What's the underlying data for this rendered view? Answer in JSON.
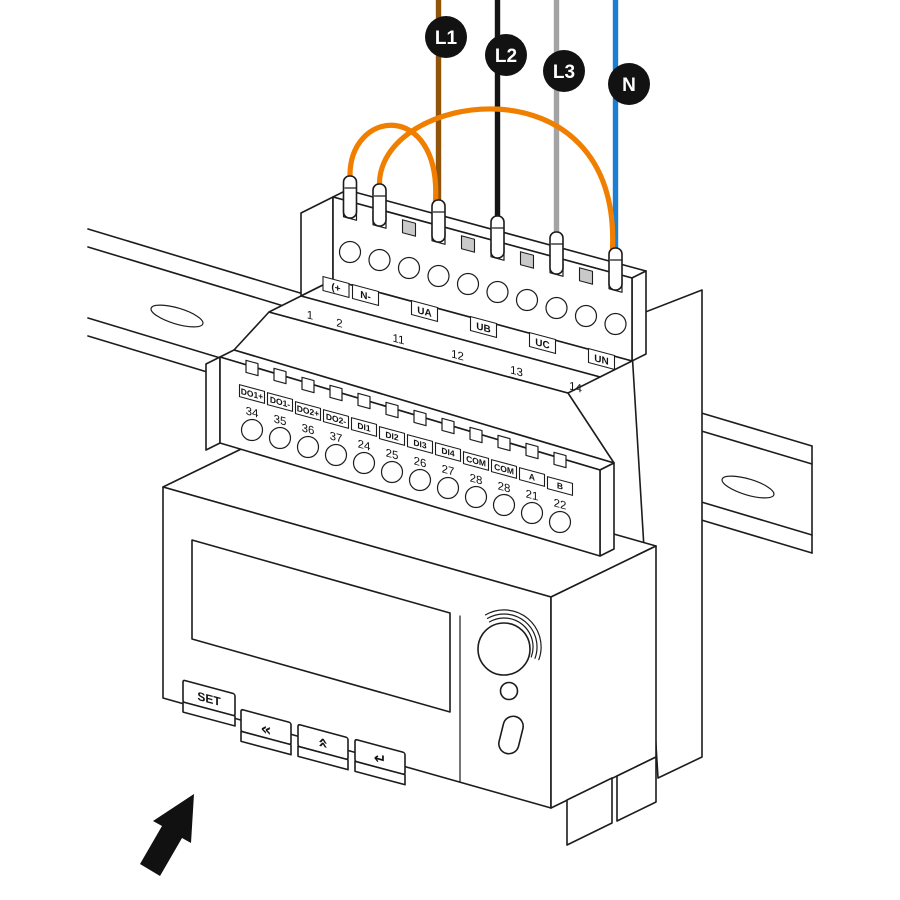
{
  "phases": {
    "badge_color": "#121212",
    "jumper_color": "#f07f00",
    "items": [
      {
        "label": "L1",
        "wire_color": "#925409"
      },
      {
        "label": "L2",
        "wire_color": "#141414"
      },
      {
        "label": "L3",
        "wire_color": "#a3a3a3"
      },
      {
        "label": "N",
        "wire_color": "#1c7fd2"
      }
    ]
  },
  "power_terminals": {
    "items": [
      {
        "label": "(+",
        "number": "1"
      },
      {
        "label": "N-",
        "number": "2"
      },
      {
        "label": "UA",
        "number": "11"
      },
      {
        "label": "UB",
        "number": "12"
      },
      {
        "label": "UC",
        "number": "13"
      },
      {
        "label": "UN",
        "number": "14"
      }
    ]
  },
  "io_terminals": {
    "items": [
      {
        "label": "DO1+",
        "number": "34"
      },
      {
        "label": "DO1-",
        "number": "35"
      },
      {
        "label": "DO2+",
        "number": "36"
      },
      {
        "label": "DO2-",
        "number": "37"
      },
      {
        "label": "DI1",
        "number": "24"
      },
      {
        "label": "DI2",
        "number": "25"
      },
      {
        "label": "DI3",
        "number": "26"
      },
      {
        "label": "DI4",
        "number": "27"
      },
      {
        "label": "COM",
        "number": "28"
      },
      {
        "label": "COM",
        "number": "28"
      },
      {
        "label": "A",
        "number": "21"
      },
      {
        "label": "B",
        "number": "22"
      }
    ]
  },
  "front_panel": {
    "set_button": "SET",
    "back_button_glyph": "«",
    "up_button_glyph": "«",
    "enter_button_glyph": "↵"
  }
}
